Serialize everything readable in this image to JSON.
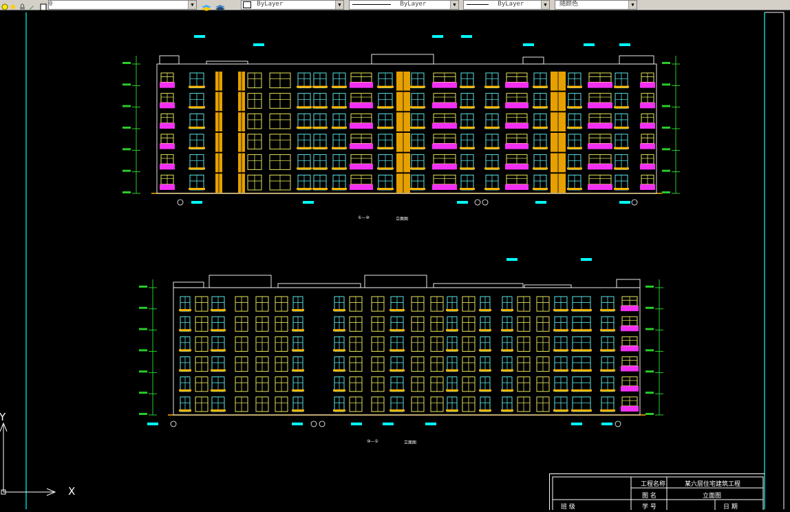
{
  "toolbar": {
    "layer_name": "0",
    "color_value": "ByLayer",
    "linetype_value": "ByLayer",
    "lineweight_value": "ByLayer",
    "plotstyle_value": "随颜色"
  },
  "drawing": {
    "elevation_top_caption": "①—⑩",
    "elevation_top_title": "立面图",
    "elevation_bottom_caption": "⑩—①",
    "elevation_bottom_title": "立面图"
  },
  "title_block": {
    "project_label": "工程名称",
    "project_value": "某六层住宅建筑工程",
    "drawing_label": "图 名",
    "drawing_value": "立面图",
    "class_label": "班 级",
    "student_id_label": "学 号",
    "date_label": "日 期"
  },
  "ucs": {
    "x_label": "X",
    "y_label": "Y"
  },
  "colors": {
    "background": "#000000",
    "frame": "#00ffff",
    "outline": "#ffffff",
    "window_yellow": "#ffff66",
    "window_cyan": "#66ffff",
    "balcony_magenta": "#ff33ff",
    "stair_orange": "#ffb300",
    "ground": "#ffb300",
    "dim_green": "#33ff33"
  }
}
